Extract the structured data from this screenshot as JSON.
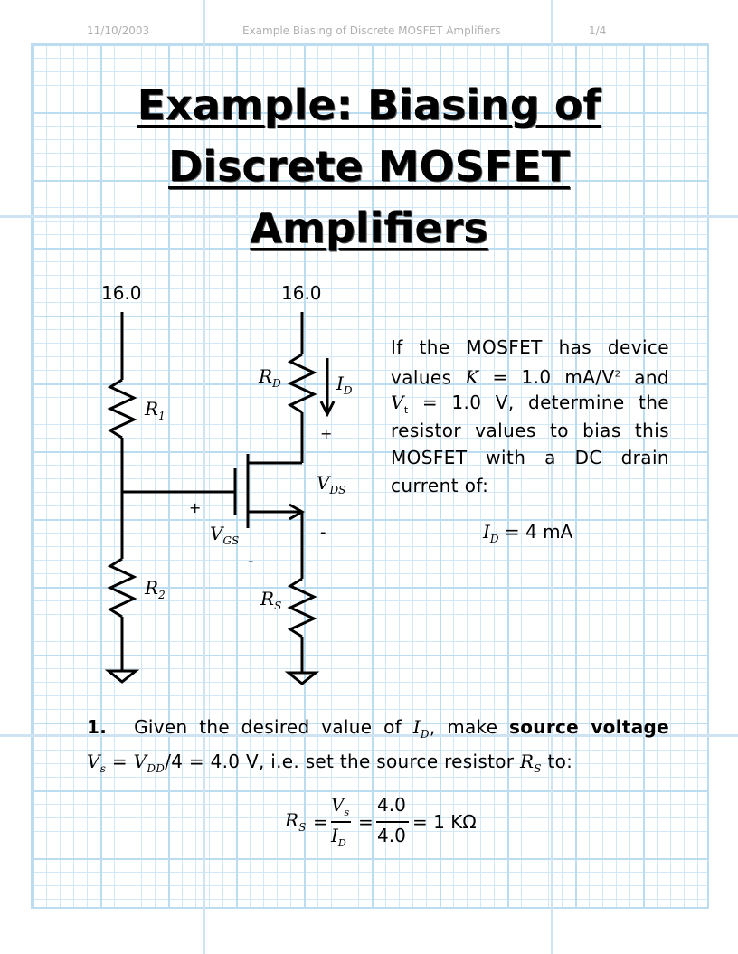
{
  "header": {
    "date": "11/10/2003",
    "doc_title": "Example Biasing of Discrete MOSFET Amplifiers",
    "page": "1/4"
  },
  "title": {
    "line1": "Example: Biasing of",
    "line2": "Discrete MOSFET",
    "line3": "Amplifiers"
  },
  "circuit": {
    "supply_left": "16.0",
    "supply_right": "16.0",
    "R1": "R",
    "R1_sub": "1",
    "R2": "R",
    "R2_sub": "2",
    "RD": "R",
    "RD_sub": "D",
    "RS": "R",
    "RS_sub": "S",
    "ID": "I",
    "ID_sub": "D",
    "VDS": "V",
    "VDS_sub": "DS",
    "VGS": "V",
    "VGS_sub": "GS",
    "plus": "+",
    "minus": "-"
  },
  "problem": {
    "line1": "If the MOSFET has device",
    "line2_a": "values",
    "line2_K": "K",
    "line2_b": "= 1.0 mA/V",
    "line2_sup": "2",
    "line2_c": "and",
    "line3_V": "V",
    "line3_sub": "t",
    "line3_a": "= 1.0 V,",
    "line3_b": "determine the",
    "line4": "resistor values to bias this",
    "line5": "MOSFET with a DC drain",
    "line6": "current of:",
    "eq_I": "I",
    "eq_sub": "D",
    "eq_rhs": "= 4 mA"
  },
  "step1": {
    "num": "1.",
    "text_a": "Given the desired value of ",
    "ID": "I",
    "ID_sub": "D",
    "text_b": ", make ",
    "bold": "source voltage",
    "Vs": "V",
    "Vs_sub": "s",
    "eq1": " = ",
    "Vdd": "V",
    "Vdd_sub": "DD",
    "eq2": "/4 = 4.0 V",
    "text_c": ", i.e. set the source resistor ",
    "Rs": "R",
    "Rs_sub": "S",
    "text_d": " to:"
  },
  "formula": {
    "lhs": "R",
    "lhs_sub": "S",
    "eq": "=",
    "num1": "V",
    "num1_sub": "s",
    "den1": "I",
    "den1_sub": "D",
    "eq2": "=",
    "num2": "4.0",
    "den2": "4.0",
    "rhs": "= 1 KΩ"
  }
}
